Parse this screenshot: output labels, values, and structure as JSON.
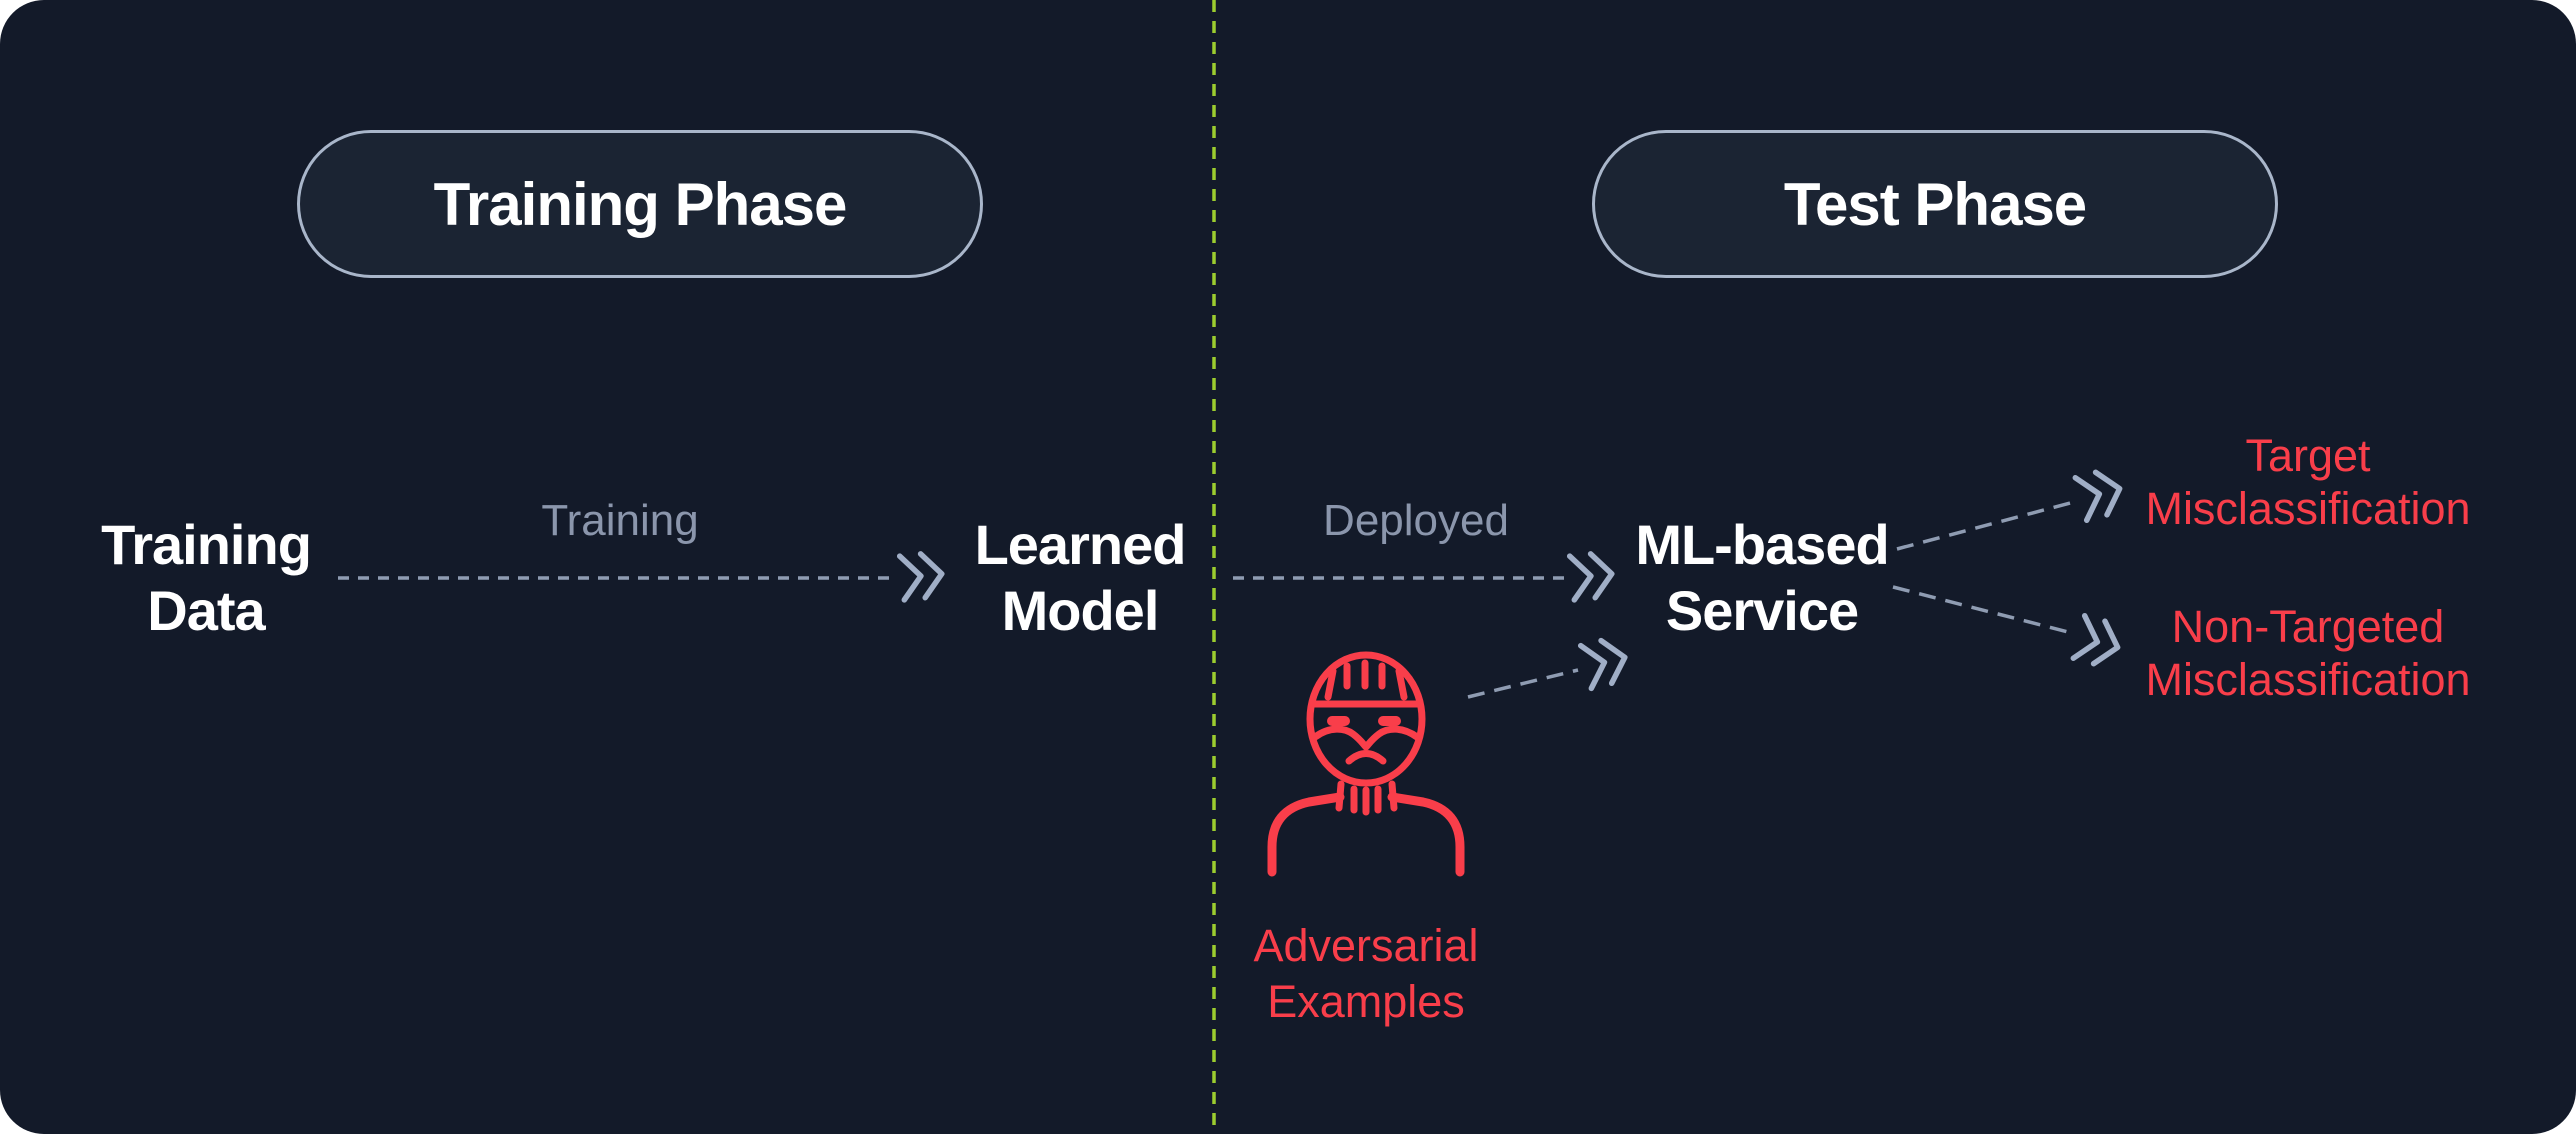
{
  "colors": {
    "page_bg": "#ffffff",
    "panel_bg": "#131a29",
    "pill_fill": "#1b2433",
    "pill_border": "#a9b6ca",
    "text_primary": "#ffffff",
    "text_secondary": "#8b96ac",
    "arrow_color": "#8f9cb2",
    "chevron_color": "#a0aec6",
    "divider_color": "#9ccd2f",
    "accent_red": "#f93e4a"
  },
  "pills": {
    "training": {
      "label": "Training Phase"
    },
    "test": {
      "label": "Test Phase"
    }
  },
  "nodes": {
    "training_data": {
      "line1": "Training",
      "line2": "Data"
    },
    "learned_model": {
      "line1": "Learned",
      "line2": "Model"
    },
    "ml_service": {
      "line1": "ML-based",
      "line2": "Service"
    }
  },
  "edges": {
    "training": {
      "label": "Training"
    },
    "deployed": {
      "label": "Deployed"
    }
  },
  "outcomes": {
    "target": {
      "line1": "Target",
      "line2": "Misclassification"
    },
    "non_target": {
      "line1": "Non-Targeted",
      "line2": "Misclassification"
    }
  },
  "adversary": {
    "label_line1": "Adversarial",
    "label_line2": "Examples",
    "icon": "masked-attacker-icon"
  },
  "icons": {
    "arrow_head": "double-chevron",
    "divider_style": "dashed-vertical-line"
  }
}
